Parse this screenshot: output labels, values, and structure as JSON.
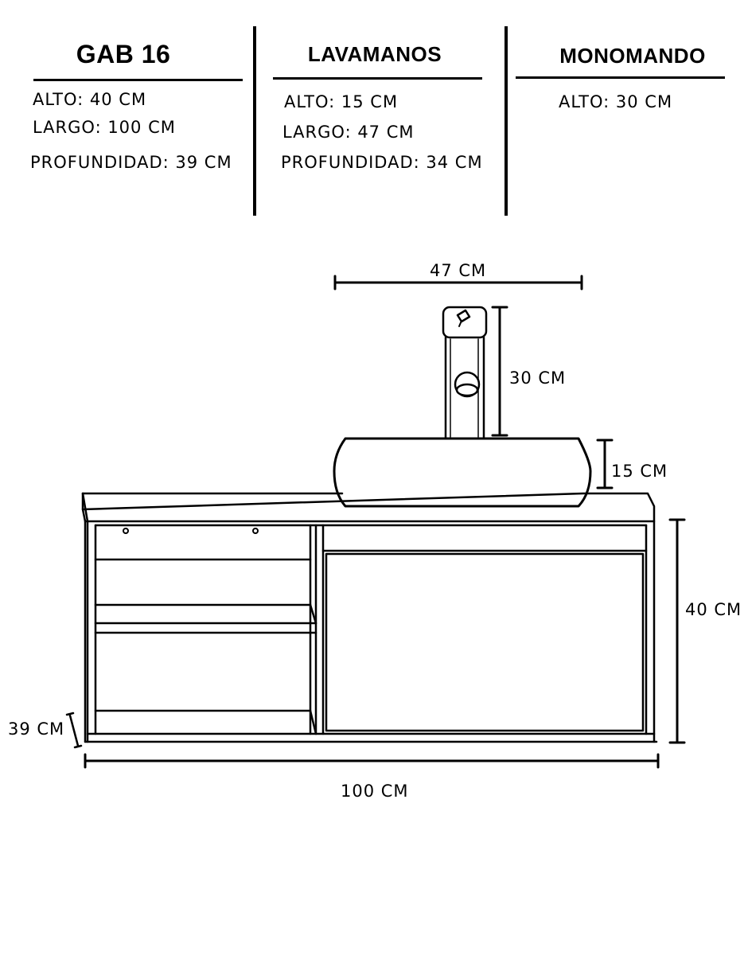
{
  "specs": {
    "cabinet": {
      "title": "GAB 16",
      "alto": "ALTO: 40 CM",
      "largo": "LARGO: 100 CM",
      "profundidad": "PROFUNDIDAD: 39 CM"
    },
    "sink": {
      "title": "LAVAMANOS",
      "alto": "ALTO: 15 CM",
      "largo": "LARGO: 47 CM",
      "profundidad": "PROFUNDIDAD: 34 CM"
    },
    "faucet": {
      "title": "MONOMANDO",
      "alto": "ALTO: 30 CM"
    }
  },
  "dimensions": {
    "sink_width": "47 CM",
    "faucet_height": "30 CM",
    "sink_height": "15 CM",
    "cabinet_height": "40 CM",
    "cabinet_depth": "39 CM",
    "cabinet_width": "100 CM"
  }
}
